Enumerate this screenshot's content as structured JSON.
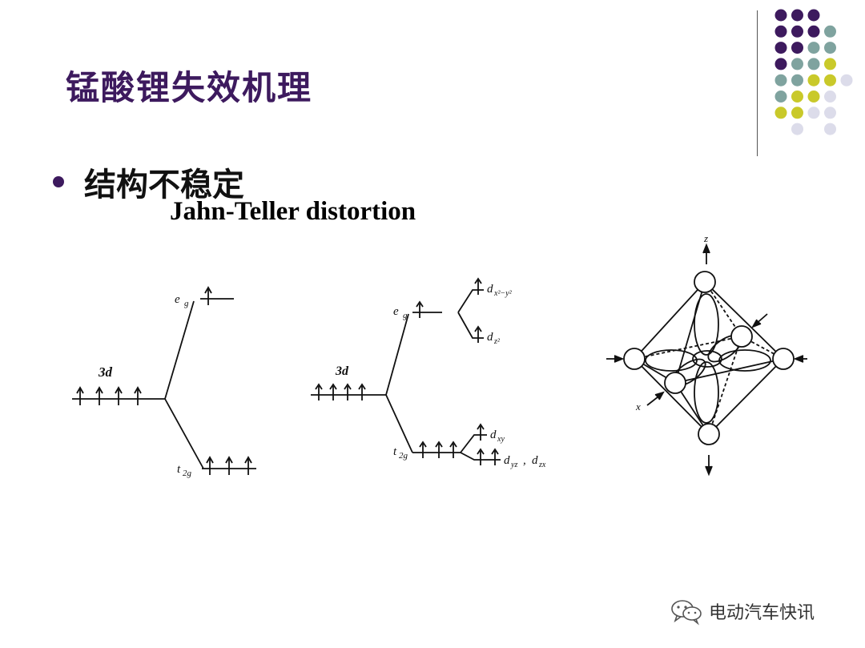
{
  "slide": {
    "title": "锰酸锂失效机理",
    "bullet": "结构不稳定",
    "subtitle": "Jahn-Teller distortion"
  },
  "decor": {
    "dot_colors": {
      "purple": "#3d1a5e",
      "teal": "#7fa39f",
      "lime": "#c9c92a",
      "lavender": "#dcdcea"
    }
  },
  "diagram_left": {
    "label_3d": "3d",
    "label_eg": "e",
    "label_eg_sub": "g",
    "label_t2g": "t",
    "label_t2g_sub": "2g"
  },
  "diagram_middle": {
    "label_3d": "3d",
    "label_eg": "e",
    "label_eg_sub": "g",
    "label_t2g": "t",
    "label_t2g_sub": "2g",
    "label_dx2y2": "d",
    "label_dx2y2_sub": "x²−y²",
    "label_dz2": "d",
    "label_dz2_sub": "z²",
    "label_dxy": "d",
    "label_dxy_sub": "xy",
    "label_dyz": "d",
    "label_dyz_sub": "yz",
    "label_sep": ",",
    "label_dzx": "d",
    "label_dzx_sub": "zx"
  },
  "diagram_right": {
    "axis_z": "z",
    "axis_x": "x"
  },
  "watermark": {
    "text": "电动汽车快讯"
  }
}
